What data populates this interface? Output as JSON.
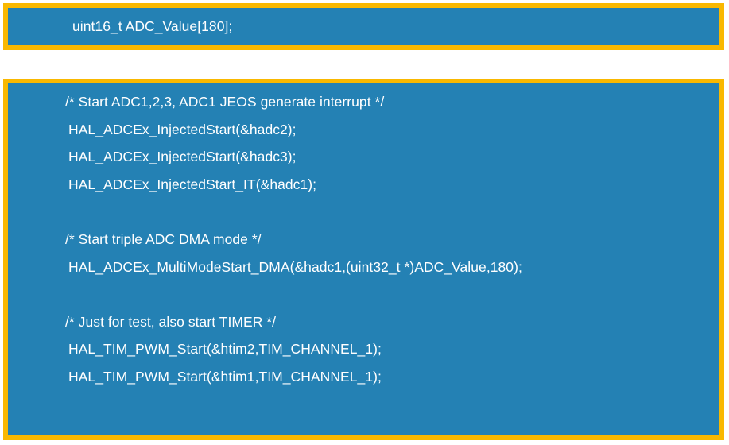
{
  "theme": {
    "background": "#ffffff",
    "code_background": "#2481b4",
    "code_border": "#f9b800",
    "code_text": "#ffffff"
  },
  "snippets": [
    {
      "id": "declaration",
      "name": "adc-value-declaration",
      "lines": [
        {
          "text": "uint16_t ADC_Value[180];",
          "kind": "code"
        }
      ]
    },
    {
      "id": "startup",
      "name": "adc-timer-startup-code",
      "lines": [
        {
          "text": "/* Start ADC1,2,3, ADC1 JEOS generate interrupt */",
          "kind": "comment"
        },
        {
          "text": "HAL_ADCEx_InjectedStart(&hadc2);",
          "kind": "code"
        },
        {
          "text": "HAL_ADCEx_InjectedStart(&hadc3);",
          "kind": "code"
        },
        {
          "text": "HAL_ADCEx_InjectedStart_IT(&hadc1);",
          "kind": "code"
        },
        {
          "text": "",
          "kind": "blank"
        },
        {
          "text": "/* Start triple ADC DMA mode */",
          "kind": "comment"
        },
        {
          "text": "HAL_ADCEx_MultiModeStart_DMA(&hadc1,(uint32_t *)ADC_Value,180);",
          "kind": "code"
        },
        {
          "text": "",
          "kind": "blank"
        },
        {
          "text": "/* Just for test, also start TIMER */",
          "kind": "comment"
        },
        {
          "text": "HAL_TIM_PWM_Start(&htim2,TIM_CHANNEL_1);",
          "kind": "code"
        },
        {
          "text": "HAL_TIM_PWM_Start(&htim1,TIM_CHANNEL_1);",
          "kind": "code"
        }
      ]
    }
  ]
}
